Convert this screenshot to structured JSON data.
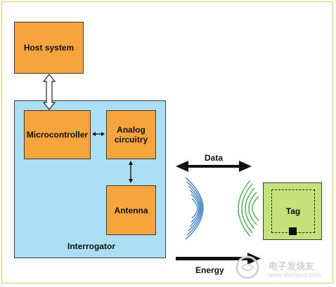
{
  "labels": {
    "host_system": "Host system",
    "microcontroller": "Microcontroller",
    "analog_circuitry": "Analog circuitry",
    "antenna": "Antenna",
    "interrogator": "Interrogator",
    "data": "Data",
    "energy": "Energy",
    "tag": "Tag"
  },
  "watermark": {
    "text": "电子发烧友",
    "url": "www.elecfans.com"
  },
  "colors": {
    "block_fill": "#f6a43b",
    "interrogator_fill": "#aadff4",
    "tag_fill": "#c5e27a",
    "interrogator_waves": "#3b7fc2",
    "tag_waves": "#45a84a"
  }
}
